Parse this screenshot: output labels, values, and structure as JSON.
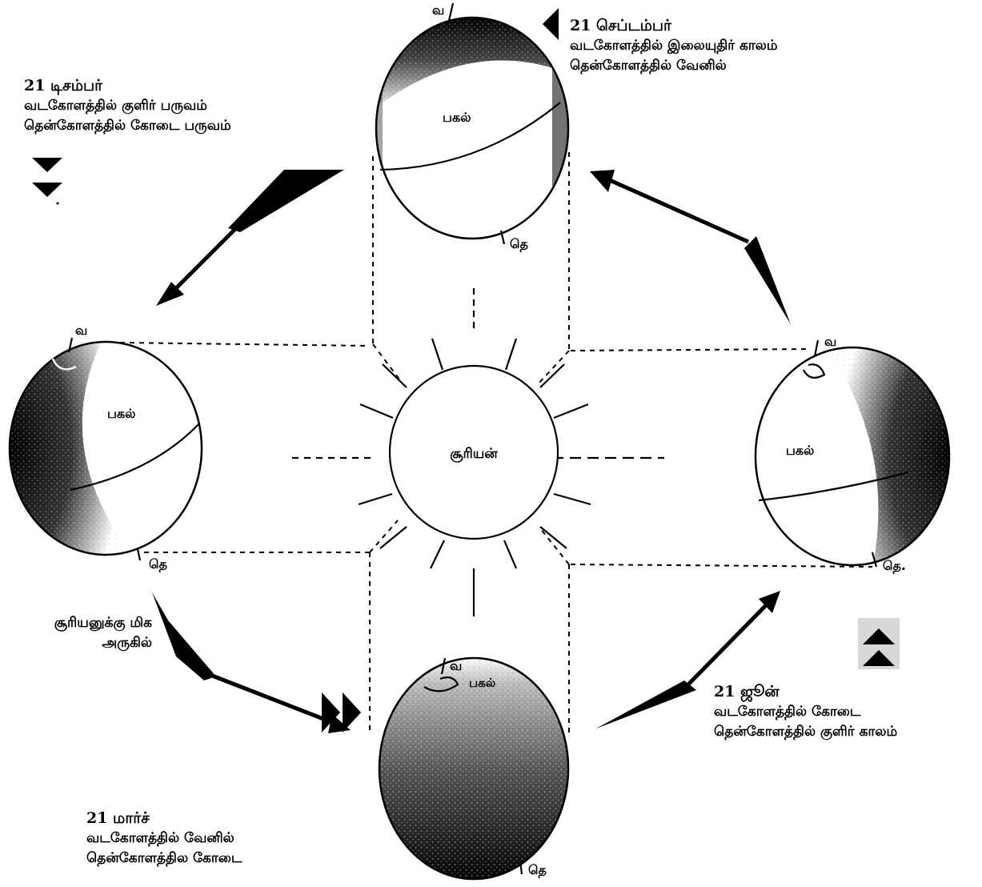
{
  "colors": {
    "ink": "#000000",
    "paper": "#ffffff"
  },
  "sun": {
    "label": "சூரியன்"
  },
  "globes": {
    "top": {
      "north": "வ",
      "south": "தெ",
      "day": "பகல்"
    },
    "left": {
      "north": "வ",
      "south": "தெ",
      "day": "பகல்"
    },
    "right": {
      "north": "வ",
      "south": "தெ.",
      "day": "பகல்"
    },
    "bottom": {
      "north": "வ",
      "south": "தெ",
      "day": "பகல்"
    }
  },
  "captions": {
    "september": {
      "date": "21 செப்டம்பர்",
      "line1": "வடகோளத்தில் இலையுதிர் காலம்",
      "line2": "தென்கோளத்தில் வேனில்"
    },
    "december": {
      "date": "21 டிசம்பர்",
      "line1": "வடகோளத்தில் குளிர் பருவம்",
      "line2": "தென்கோளத்தில் கோடை பருவம்"
    },
    "june": {
      "date": "21 ஜூன்",
      "line1": "வடகோளத்தில் கோடை",
      "line2": "தென்கோளத்தில் குளிர் காலம்"
    },
    "march": {
      "date": "21 மார்ச்",
      "line1": "வடகோளத்தில் வேனில்",
      "line2": "தென்கோளத்தில கோடை"
    }
  },
  "closest": {
    "line1": "சூரியனுக்கு மிக",
    "line2": "அருகில்"
  },
  "icons": {
    "september": "triangle-left-icon",
    "december": "double-triangle-down-icon",
    "june": "double-triangle-up-icon",
    "march": "double-triangle-right-icon"
  }
}
